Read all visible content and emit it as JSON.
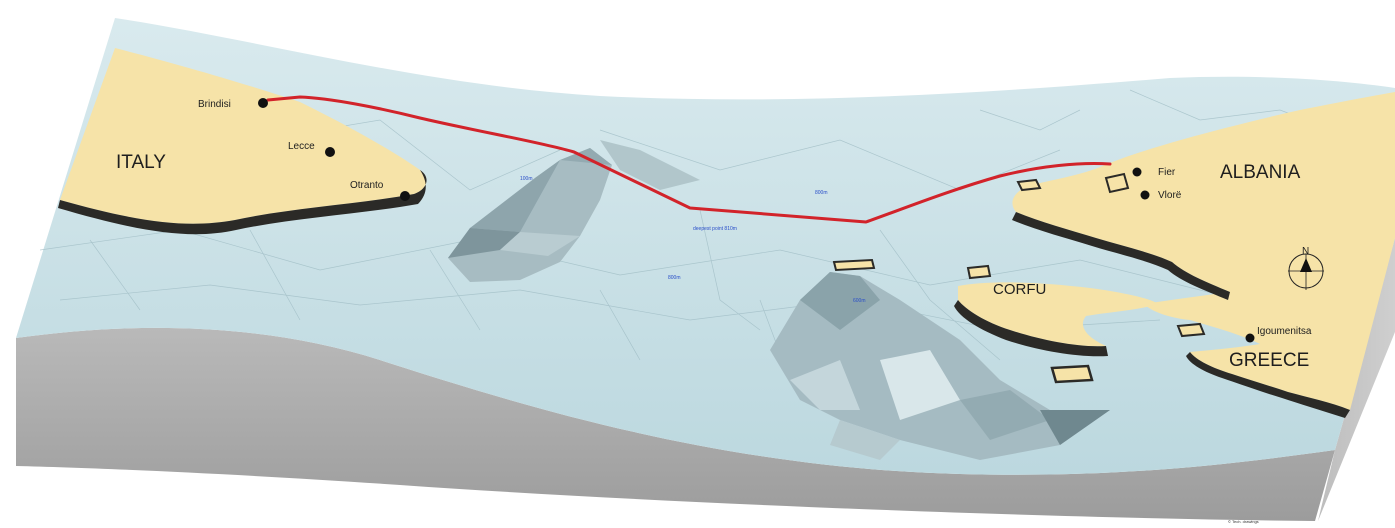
{
  "countries": {
    "italy": "ITALY",
    "albania": "ALBANIA",
    "greece": "GREECE"
  },
  "islands": {
    "corfu": "CORFU"
  },
  "cities": {
    "brindisi": "Brindisi",
    "lecce": "Lecce",
    "otranto": "Otranto",
    "fier": "Fier",
    "vlore": "Vlorë",
    "igoumenitsa": "Igoumenitsa"
  },
  "depth_labels": {
    "a": "100m",
    "b": "800m",
    "c": "deepest point 810m",
    "d": "800m",
    "e": "600m"
  },
  "compass": {
    "north": "N"
  },
  "credit": "© Tech. drawings",
  "colors": {
    "land": "#f6e3a8",
    "sea": "#c9e0e6",
    "block_side": "#a9a9a9",
    "route": "#d2232a"
  }
}
